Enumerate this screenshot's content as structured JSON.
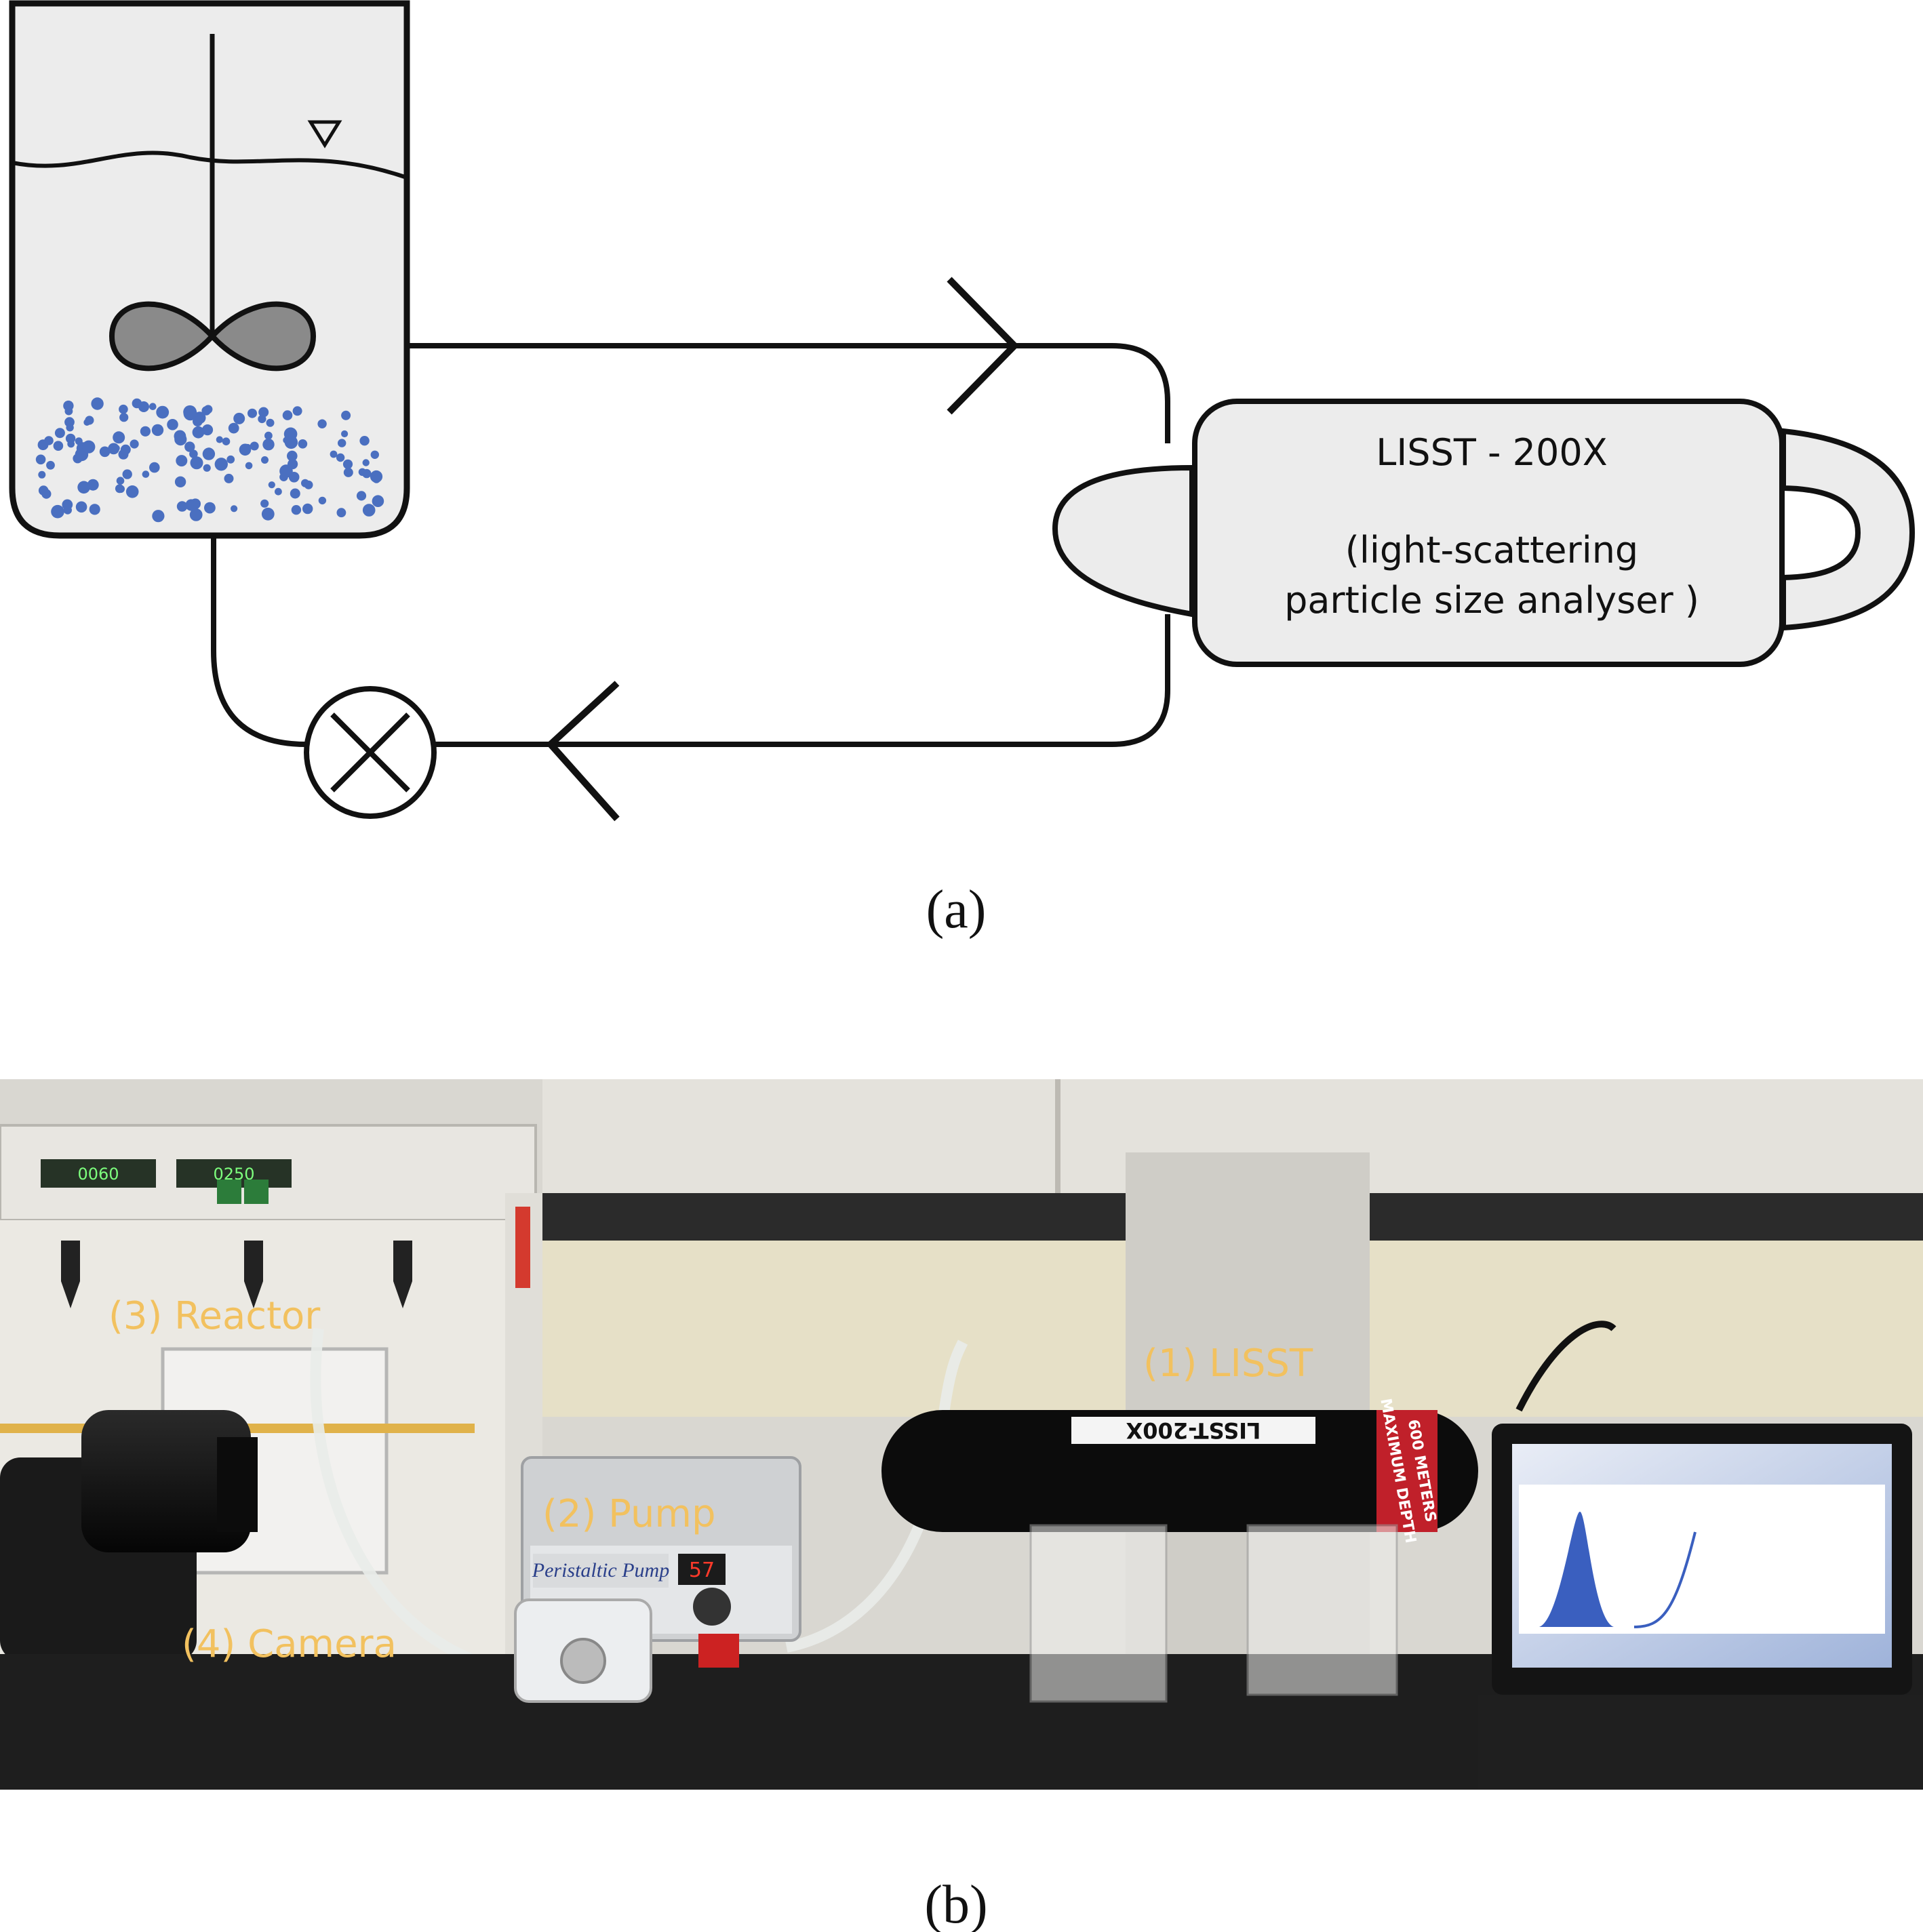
{
  "panel_a": {
    "caption": "(a)",
    "analyser_name": "LISST - 200X",
    "analyser_desc_line1": "(light-scattering",
    "analyser_desc_line2": "particle size analyser )",
    "colors": {
      "tank_fill": "#ececec",
      "impeller": "#8a8a8a",
      "particles": "#4a6fc0",
      "stroke": "#111111"
    }
  },
  "panel_b": {
    "caption": "(b)",
    "labels": {
      "reactor": "(3) Reactor",
      "lisst": "(1) LISST",
      "pump": "(2) Pump",
      "camera": "(4) Camera"
    },
    "equipment_text": {
      "pump_brand": "Peristaltic Pump",
      "pump_display": "57",
      "stirrer_display_1": "0060",
      "stirrer_display_2": "0250",
      "instrument_model": "LISST-200X",
      "depth_band_line1": "MAXIMUM DEPTH",
      "depth_band_line2": "600 METERS"
    },
    "colors": {
      "label": "#f2c15f",
      "bench": "#1e1e1e",
      "wall": "#dcdad4"
    }
  }
}
